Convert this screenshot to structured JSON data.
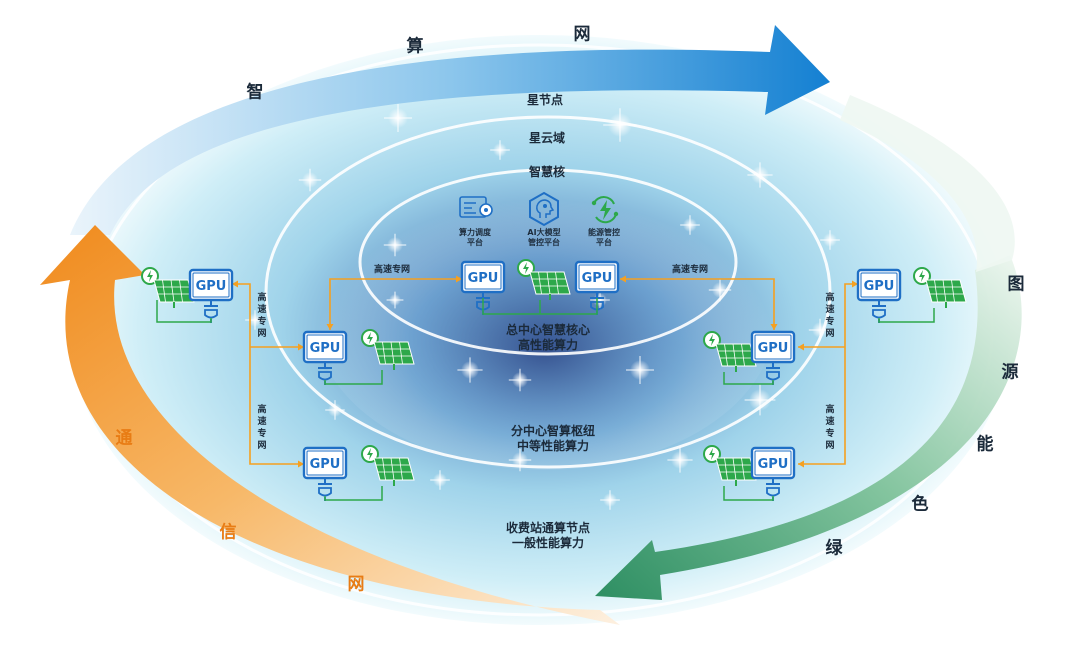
{
  "arc_labels": {
    "top": [
      "智",
      "算",
      "网"
    ],
    "right": [
      "图",
      "源",
      "能",
      "色",
      "绿"
    ],
    "left": [
      "通",
      "信",
      "网"
    ]
  },
  "rings": {
    "outer": "星节点",
    "middle": "星云域",
    "inner": "智慧核"
  },
  "platforms": [
    {
      "line1": "算力调度",
      "line2": "平台",
      "icon": "dispatch-icon"
    },
    {
      "line1": "AI大模型",
      "line2": "管控平台",
      "icon": "ai-head-icon"
    },
    {
      "line1": "能源管控",
      "line2": "平台",
      "icon": "energy-cycle-icon"
    }
  ],
  "centers": {
    "core": {
      "line1": "总中心智慧核心",
      "line2": "高性能算力"
    },
    "sub": {
      "line1": "分中心智算枢纽",
      "line2": "中等性能算力"
    },
    "toll": {
      "line1": "收费站通算节点",
      "line2": "一般性能算力"
    }
  },
  "links": {
    "horizontal_left": "高速专网",
    "horizontal_right": "高速专网",
    "vertical_chars": [
      "高",
      "速",
      "专",
      "网"
    ]
  },
  "gpu_label": "GPU",
  "colors": {
    "arrow_blue": "#1d86d6",
    "arrow_green": "#2a8c5a",
    "arrow_orange": "#f39a2c",
    "link_orange": "#f5a020",
    "solar_green": "#2da84a",
    "gpu_blue": "#1f6fc5"
  }
}
